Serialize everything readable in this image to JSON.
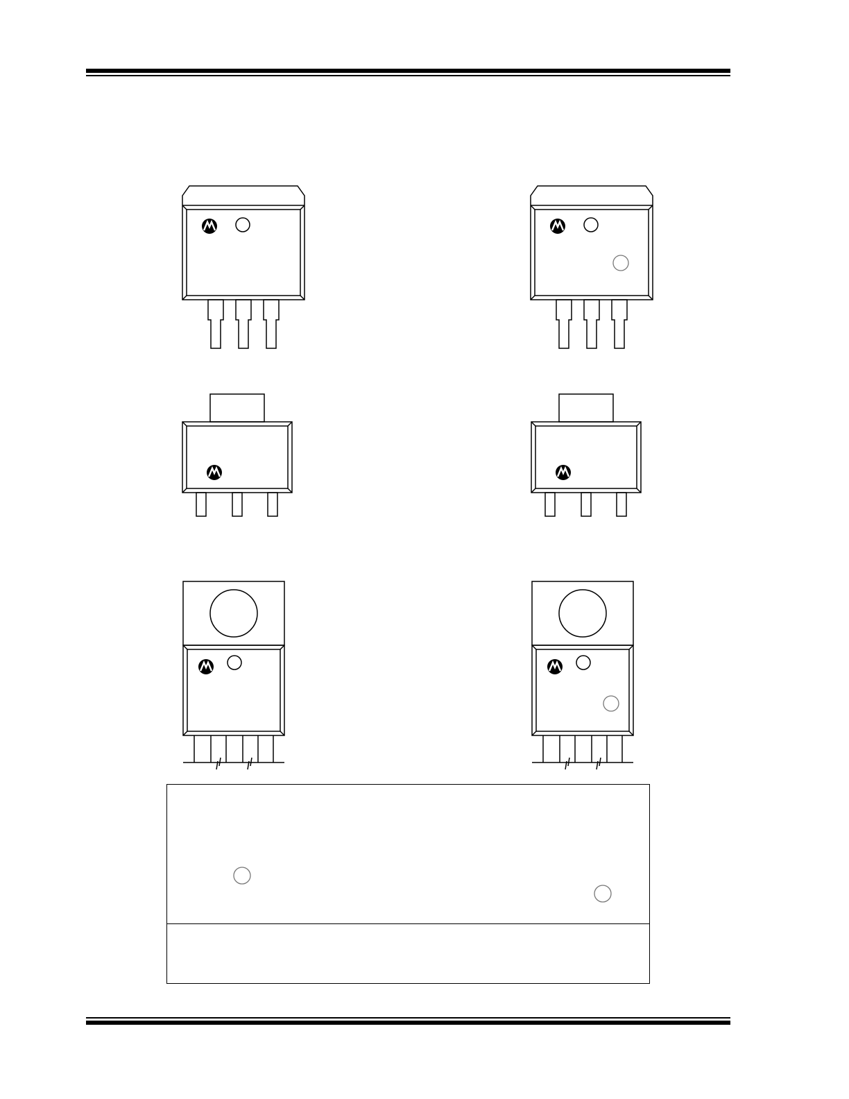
{
  "page": {
    "title": "",
    "figure_caption": ""
  },
  "packages": [
    {
      "id": "ddpak-3-left",
      "type": "DDPAK-3",
      "has_pin1_marker": false
    },
    {
      "id": "ddpak-3-right",
      "type": "DDPAK-3",
      "has_pin1_marker": true
    },
    {
      "id": "sot223-left",
      "type": "SOT-223",
      "has_pin1_marker": false
    },
    {
      "id": "sot223-right",
      "type": "SOT-223",
      "has_pin1_marker": false
    },
    {
      "id": "to220-left",
      "type": "TO-220",
      "has_pin1_marker": false
    },
    {
      "id": "to220-right",
      "type": "TO-220",
      "has_pin1_marker": true
    }
  ],
  "legend": {
    "text": "",
    "note": ""
  },
  "colors": {
    "ink": "#000000",
    "marker": "#777777",
    "paper": "#ffffff"
  }
}
